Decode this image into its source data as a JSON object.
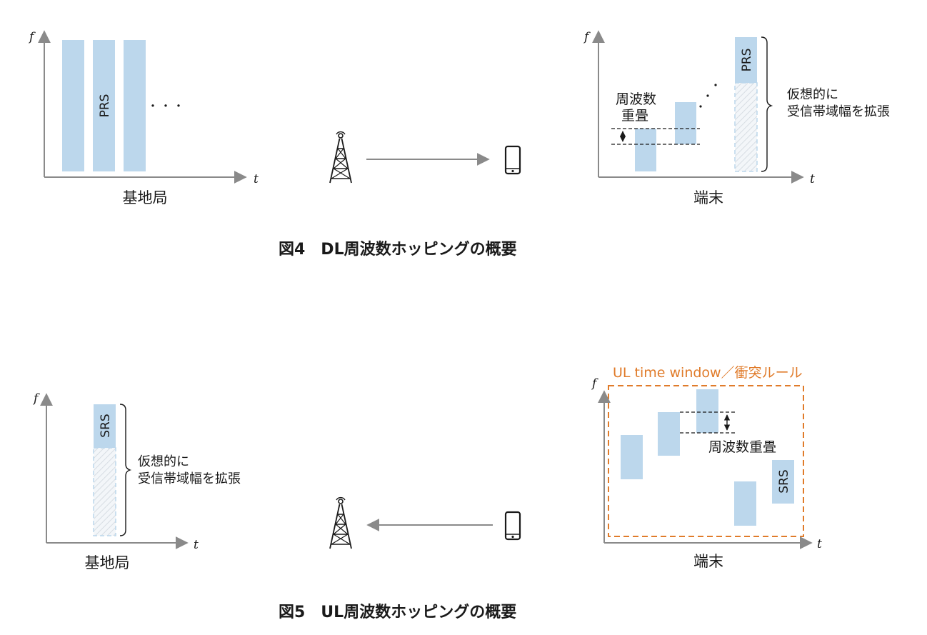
{
  "colors": {
    "block_fill": "#bcd7ec",
    "axis": "#8a8a8a",
    "arrow": "#8a8a8a",
    "window_border": "#e07b2a",
    "text": "#1a1a1a"
  },
  "axis_labels": {
    "f": "f",
    "t": "t"
  },
  "fig4": {
    "caption": "図4　DL周波数ホッピングの概要",
    "base_station": {
      "label": "基地局",
      "prs_label": "PRS",
      "ellipsis": "・・・"
    },
    "terminal": {
      "label": "端末",
      "prs_label": "PRS",
      "overlap_label_line1": "周波数",
      "overlap_label_line2": "重畳",
      "bandwidth_note_line1": "仮想的に",
      "bandwidth_note_line2": "受信帯域幅を拡張"
    },
    "link": {
      "direction": "downlink",
      "tower_icon": "cell-tower-icon",
      "phone_icon": "smartphone-icon"
    }
  },
  "fig5": {
    "caption": "図5　UL周波数ホッピングの概要",
    "base_station": {
      "label": "基地局",
      "srs_label": "SRS",
      "bandwidth_note_line1": "仮想的に",
      "bandwidth_note_line2": "受信帯域幅を拡張"
    },
    "terminal": {
      "label": "端末",
      "window_label": "UL time window／衝突ルール",
      "overlap_label": "周波数重畳",
      "srs_label": "SRS"
    },
    "link": {
      "direction": "uplink",
      "tower_icon": "cell-tower-icon",
      "phone_icon": "smartphone-icon"
    }
  }
}
